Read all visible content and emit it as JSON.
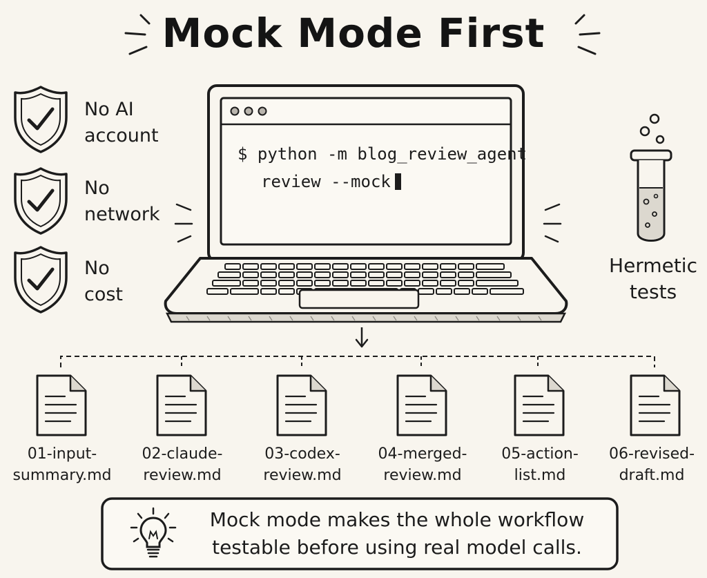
{
  "title": "Mock Mode First",
  "benefits": [
    {
      "line1": "No AI",
      "line2": "account",
      "icon": "shield-check-icon"
    },
    {
      "line1": "No",
      "line2": "network",
      "icon": "shield-check-icon"
    },
    {
      "line1": "No",
      "line2": "cost",
      "icon": "shield-check-icon"
    }
  ],
  "terminal": {
    "prompt": "$",
    "line1": "python -m blog_review_agent",
    "line2": "review --mock"
  },
  "side_note": {
    "line1": "Hermetic",
    "line2": "tests",
    "icon": "test-tube-icon"
  },
  "files": [
    {
      "line1": "01-input-",
      "line2": "summary.md"
    },
    {
      "line1": "02-claude-",
      "line2": "review.md"
    },
    {
      "line1": "03-codex-",
      "line2": "review.md"
    },
    {
      "line1": "04-merged-",
      "line2": "review.md"
    },
    {
      "line1": "05-action-",
      "line2": "list.md"
    },
    {
      "line1": "06-revised-",
      "line2": "draft.md"
    }
  ],
  "callout": {
    "line1": "Mock mode makes the whole workflow",
    "line2": "testable before using real model calls.",
    "icon": "lightbulb-icon"
  }
}
